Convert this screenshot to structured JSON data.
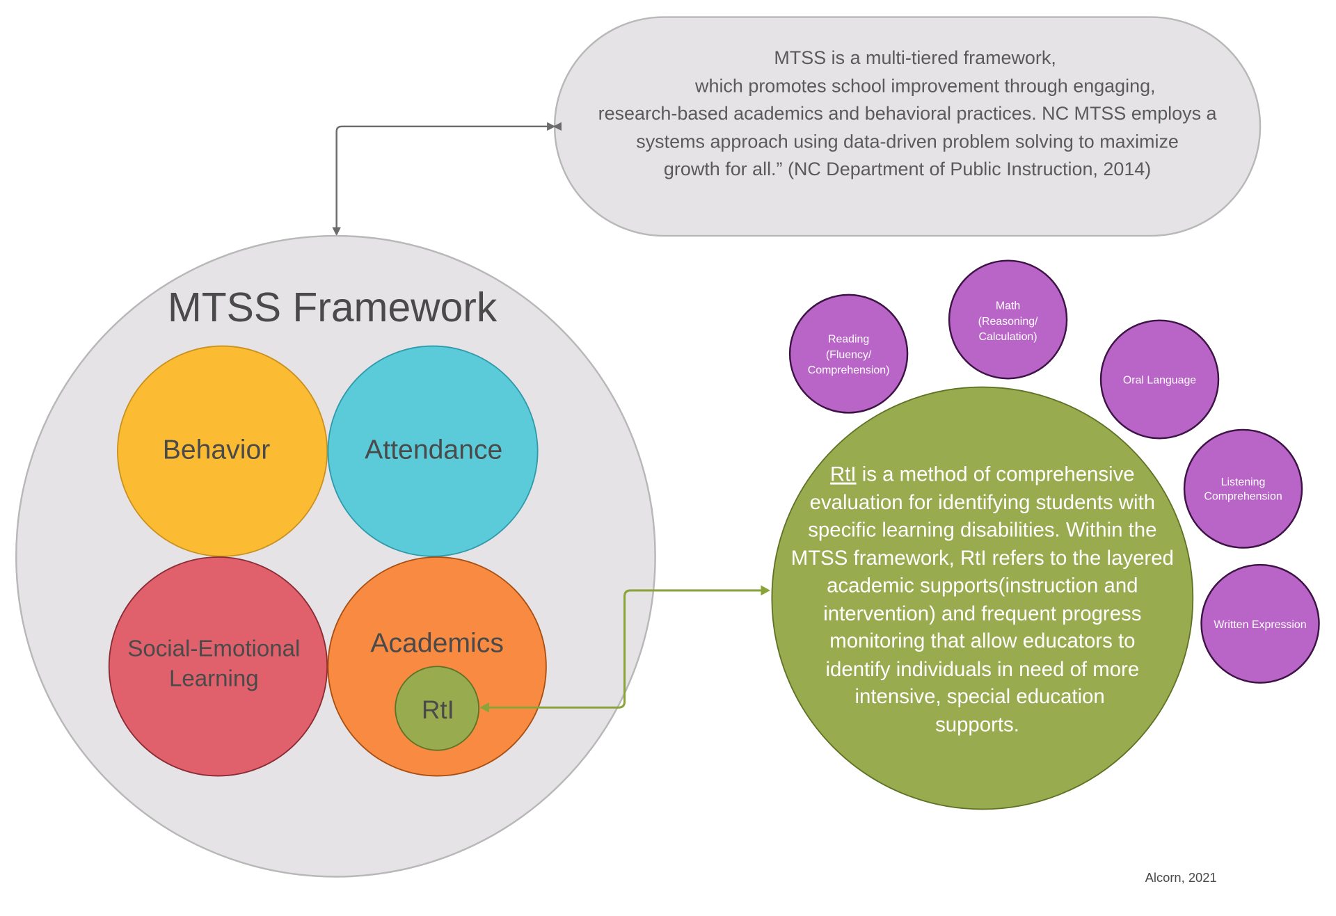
{
  "quote": {
    "lines": [
      "MTSS is a multi-tiered framework,",
      "which promotes school improvement through engaging,",
      "research-based academics and behavioral practices. NC MTSS employs a",
      "systems approach using data-driven problem solving to maximize",
      "growth for all.” (NC Department of Public Instruction, 2014)"
    ]
  },
  "framework": {
    "title": "MTSS Framework",
    "behavior": "Behavior",
    "attendance": "Attendance",
    "sel_line1": "Social-Emotional",
    "sel_line2": "Learning",
    "academics": "Academics",
    "rti": "RtI"
  },
  "rti_detail": {
    "term": "RtI",
    "lines": [
      " is a method of comprehensive",
      "evaluation for identifying students with",
      "specific learning disabilities.  Within the",
      "MTSS framework, RtI refers to the layered",
      "academic supports(instruction and",
      "intervention) and frequent progress",
      "monitoring that allow educators to",
      "identify individuals in need of more",
      "intensive, special education",
      "supports."
    ]
  },
  "areas": {
    "reading": [
      "Reading",
      "(Fluency/",
      "Comprehension)"
    ],
    "math": [
      "Math",
      "(Reasoning/",
      "Calculation)"
    ],
    "oral": [
      "Oral Language"
    ],
    "listening": [
      "Listening",
      "Comprehension"
    ],
    "written": [
      "Written Expression"
    ]
  },
  "footer": {
    "credit": "Alcorn, 2021"
  },
  "colors": {
    "behavior": "#fbbc33",
    "attendance": "#5bcbd9",
    "sel": "#e0616b",
    "academics": "#f88b41",
    "rti": "#98ab4e",
    "areas": "#b964c7",
    "framework_bg": "#e6e3e6"
  }
}
